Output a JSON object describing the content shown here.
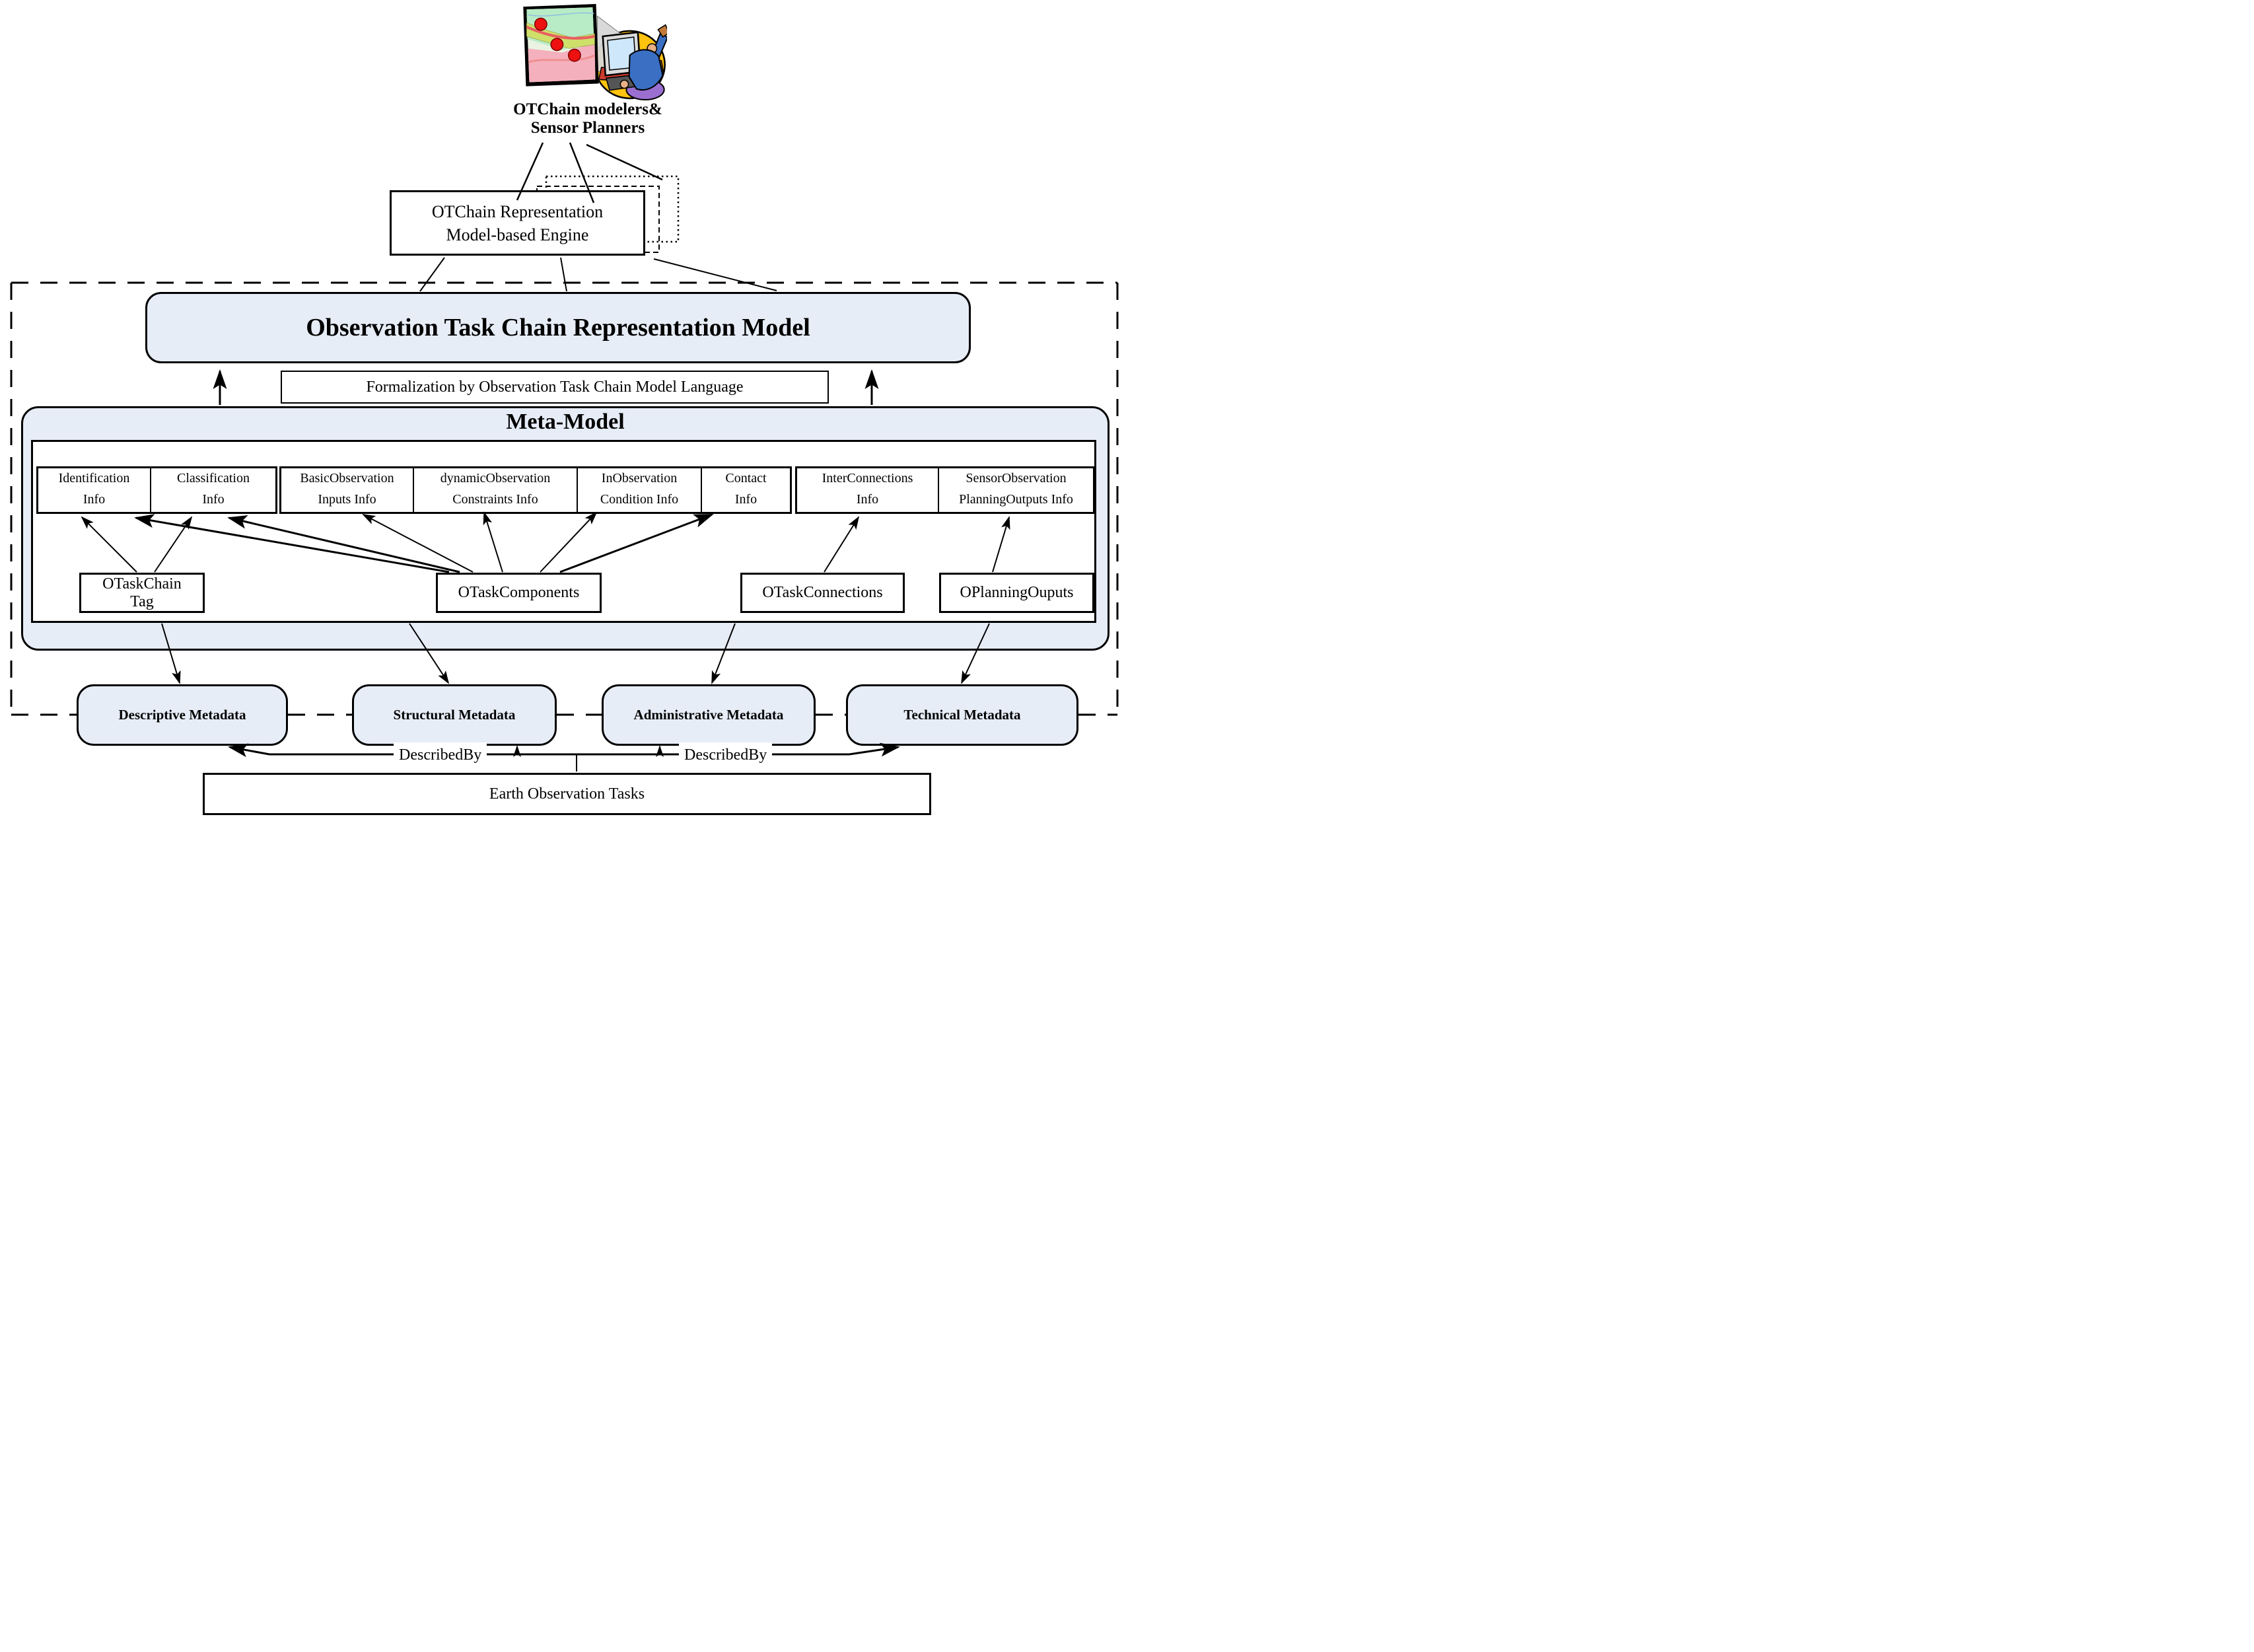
{
  "actors": {
    "label_line1": "OTChain modelers&",
    "label_line2": "Sensor Planners"
  },
  "engine": {
    "line1": "OTChain Representation",
    "line2": "Model-based Engine"
  },
  "model": {
    "title": "Observation Task Chain Representation Model"
  },
  "formalization": {
    "label": "Formalization by Observation Task Chain Model Language"
  },
  "meta_model": {
    "title": "Meta-Model",
    "groups": [
      {
        "cells": [
          {
            "line1": "Identification",
            "line2": "Info"
          },
          {
            "line1": "Classification",
            "line2": "Info"
          }
        ]
      },
      {
        "cells": [
          {
            "line1": "BasicObservation",
            "line2": "Inputs Info"
          },
          {
            "line1": "dynamicObservation",
            "line2": "Constraints Info"
          },
          {
            "line1": "InObservation",
            "line2": "Condition Info"
          },
          {
            "line1": "Contact",
            "line2": "Info"
          }
        ]
      },
      {
        "cells": [
          {
            "line1": "InterConnections",
            "line2": "Info"
          },
          {
            "line1": "SensorObservation",
            "line2": "PlanningOutputs Info"
          }
        ]
      }
    ],
    "entities": {
      "otaskchain_tag": {
        "line1": "OTaskChain",
        "line2": "Tag"
      },
      "otask_components": {
        "label": "OTaskComponents"
      },
      "otask_connections": {
        "label": "OTaskConnections"
      },
      "oplanning_ouputs": {
        "label": "OPlanningOuputs"
      }
    }
  },
  "metadata": {
    "descriptive": "Descriptive Metadata",
    "structural": "Structural Metadata",
    "administrative": "Administrative Metadata",
    "technical": "Technical Metadata"
  },
  "relations": {
    "described_by_left": "DescribedBy",
    "described_by_right": "DescribedBy"
  },
  "earth": {
    "label": "Earth Observation Tasks"
  },
  "colors": {
    "panel_fill": "#e7edf7",
    "stroke": "#000000",
    "background": "#ffffff",
    "map_dot_red": "#ee1111",
    "figure_yellow": "#ffc20e",
    "figure_blue": "#3a6fc4",
    "figure_purple": "#9a6fd0"
  }
}
